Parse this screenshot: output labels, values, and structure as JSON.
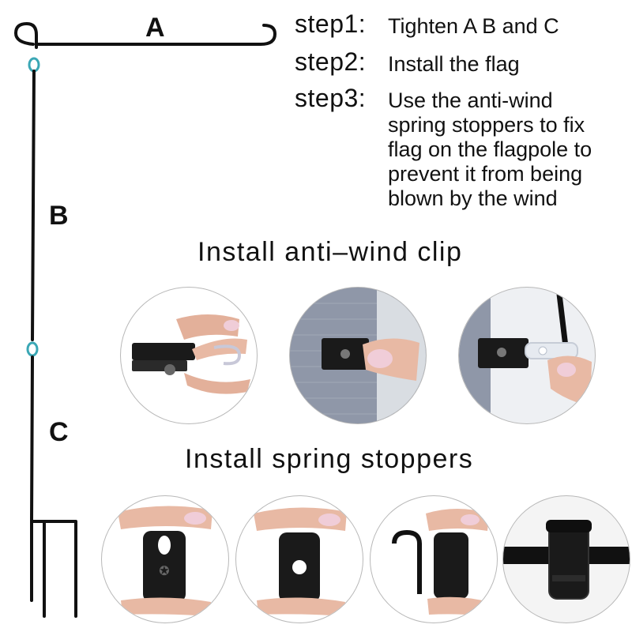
{
  "parts": {
    "a": "A",
    "b": "B",
    "c": "C"
  },
  "steps": [
    {
      "key": "step1:",
      "text": "Tighten A B and C"
    },
    {
      "key": "step2:",
      "text": "Install the flag"
    },
    {
      "key": "step3:",
      "lines": [
        "Use the anti-wind",
        "spring stoppers to fix",
        "flag on the flagpole to",
        "prevent it from being",
        "blown by the wind"
      ]
    }
  ],
  "sections": {
    "clip_title": "Install anti–wind clip",
    "stopper_title": "Install spring stoppers"
  },
  "colors": {
    "pole": "#111111",
    "joint": "#3aa7b5",
    "clip": "#1a1a1a",
    "skin": "#e8b9a4",
    "nail": "#e9c5d2",
    "fabric": "#8f97a8"
  }
}
